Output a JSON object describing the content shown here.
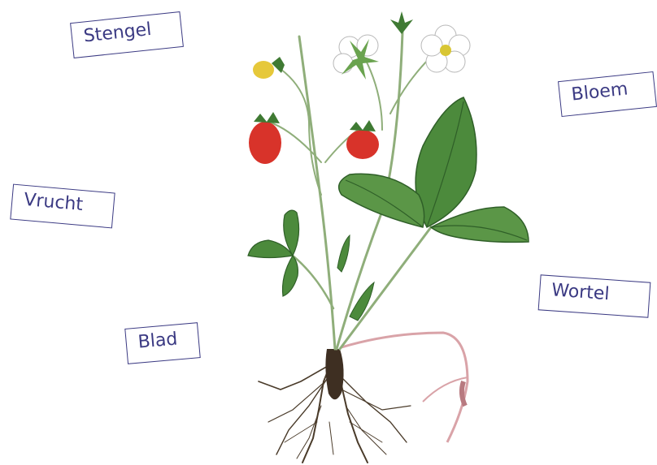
{
  "labels": {
    "stengel": "Stengel",
    "bloem": "Bloem",
    "vrucht": "Vrucht",
    "blad": "Blad",
    "wortel": "Wortel"
  },
  "colors": {
    "label_border": "#3b3a83",
    "label_text": "#3b3a83",
    "leaf": "#4c8a3c",
    "leaf_dark": "#2f5f28",
    "fruit": "#d8332a",
    "fruit_unripe": "#e6c83a",
    "petal": "#ffffff",
    "stem": "#8fae7a",
    "root": "#4a3b2a",
    "runner": "#d9a3a8"
  },
  "illustration": {
    "subject": "wild-strawberry-plant"
  }
}
